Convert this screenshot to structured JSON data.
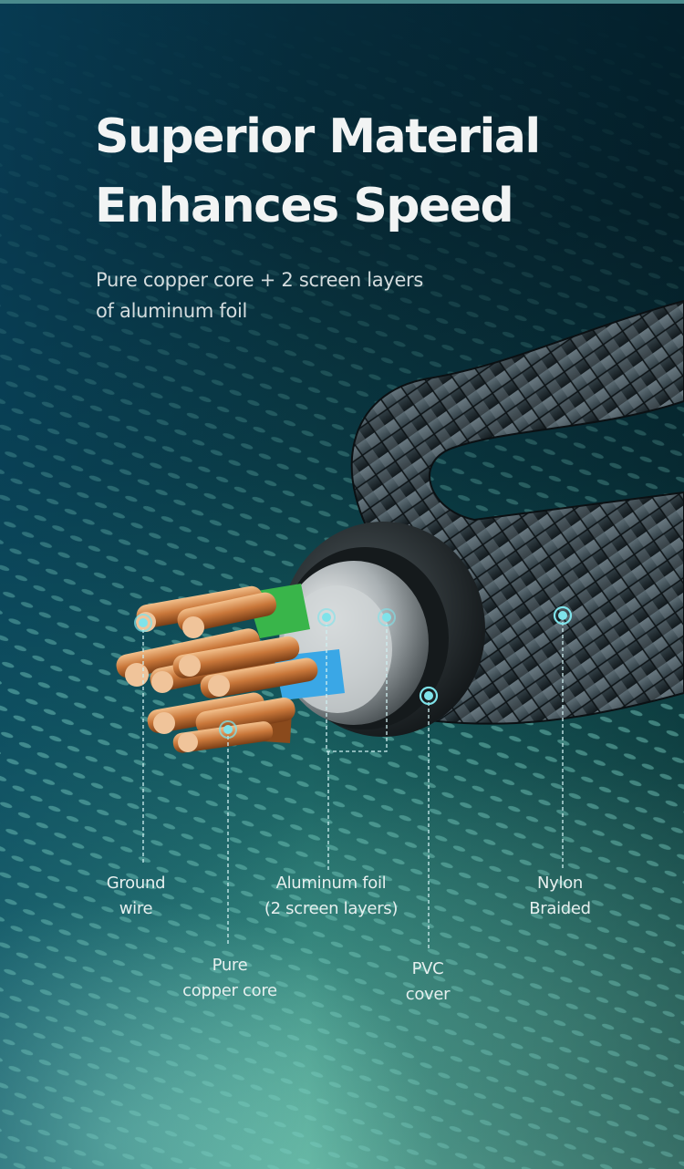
{
  "headline": {
    "line1": "Superior Material",
    "line2": "Enhances Speed"
  },
  "subtitle": {
    "line1": "Pure copper core + 2 screen layers",
    "line2": "of aluminum foil"
  },
  "callouts": [
    {
      "id": "ground-wire",
      "line1": "Ground",
      "line2": "wire"
    },
    {
      "id": "aluminum-foil",
      "line1": "Aluminum foil",
      "line2": "(2 screen layers)"
    },
    {
      "id": "nylon-braided",
      "line1": "Nylon",
      "line2": "Braided"
    },
    {
      "id": "pure-copper-core",
      "line1": "Pure",
      "line2": "copper core"
    },
    {
      "id": "pvc-cover",
      "line1": "PVC",
      "line2": "cover"
    }
  ],
  "colors": {
    "accent_dot": "#7fe3ea",
    "text": "#f2f4f4",
    "copper": "#c9773a",
    "green_insulation": "#39b54a",
    "blue_insulation": "#3aa7e6",
    "braid": "#3a4a52"
  }
}
